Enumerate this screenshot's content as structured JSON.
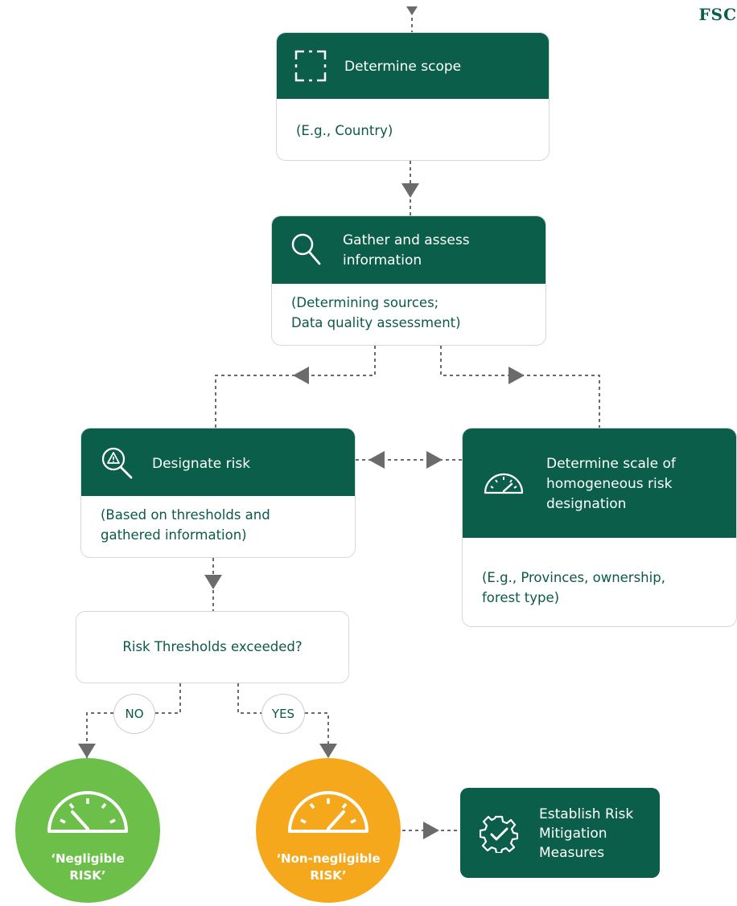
{
  "brand": {
    "logo_text": "FSC"
  },
  "colors": {
    "primary": "#0b5e49",
    "negligible": "#6cc04a",
    "non_negligible": "#f5a81c",
    "connector": "#6b6b6b"
  },
  "nodes": {
    "determine_scope": {
      "title": "Determine scope",
      "description": "(E.g., Country)",
      "icon": "scope-brackets-icon"
    },
    "gather_info": {
      "title_line1": "Gather and assess",
      "title_line2": "information",
      "description_line1": "(Determining sources;",
      "description_line2": "Data quality assessment)",
      "icon": "search-icon"
    },
    "designate_risk": {
      "title": "Designate risk",
      "description_line1": "(Based on thresholds and",
      "description_line2": "gathered information)",
      "icon": "risk-search-icon"
    },
    "determine_scale": {
      "title_line1": "Determine scale of",
      "title_line2": "homogeneous risk",
      "title_line3": "designation",
      "description_line1": "(E.g., Provinces, ownership,",
      "description_line2": "forest type)",
      "icon": "gauge-outline-icon"
    },
    "thresholds_question": {
      "text": "Risk Thresholds exceeded?"
    },
    "answer_no": {
      "text": "NO"
    },
    "answer_yes": {
      "text": "YES"
    },
    "negligible": {
      "line1": "‘Negligible",
      "line2": "RISK’",
      "icon": "gauge-low-icon"
    },
    "non_negligible": {
      "line1": "‘Non-negligible",
      "line2": "RISK’",
      "icon": "gauge-medium-icon"
    },
    "mitigation": {
      "line1": "Establish Risk",
      "line2": "Mitigation",
      "line3": "Measures",
      "icon": "gear-check-icon"
    }
  }
}
